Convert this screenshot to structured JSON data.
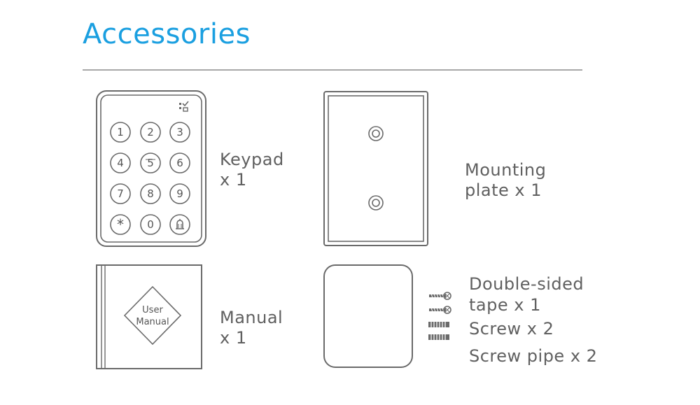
{
  "header": {
    "title": "Accessories"
  },
  "items": {
    "keypad": {
      "line1": "Keypad",
      "line2": "x 1",
      "keys": [
        "1",
        "2",
        "3",
        "4",
        "5",
        "6",
        "7",
        "8",
        "9",
        "*",
        "0",
        "bell"
      ]
    },
    "mounting_plate": {
      "line1": "Mounting",
      "line2": "plate x 1"
    },
    "manual": {
      "line1": "Manual",
      "line2": "x 1",
      "cover_line1": "User",
      "cover_line2": "Manual"
    },
    "tape_screws": {
      "line1": "Double-sided",
      "line2": "tape x 1",
      "line3": "Screw x 2",
      "line4": "Screw pipe x 2"
    }
  }
}
